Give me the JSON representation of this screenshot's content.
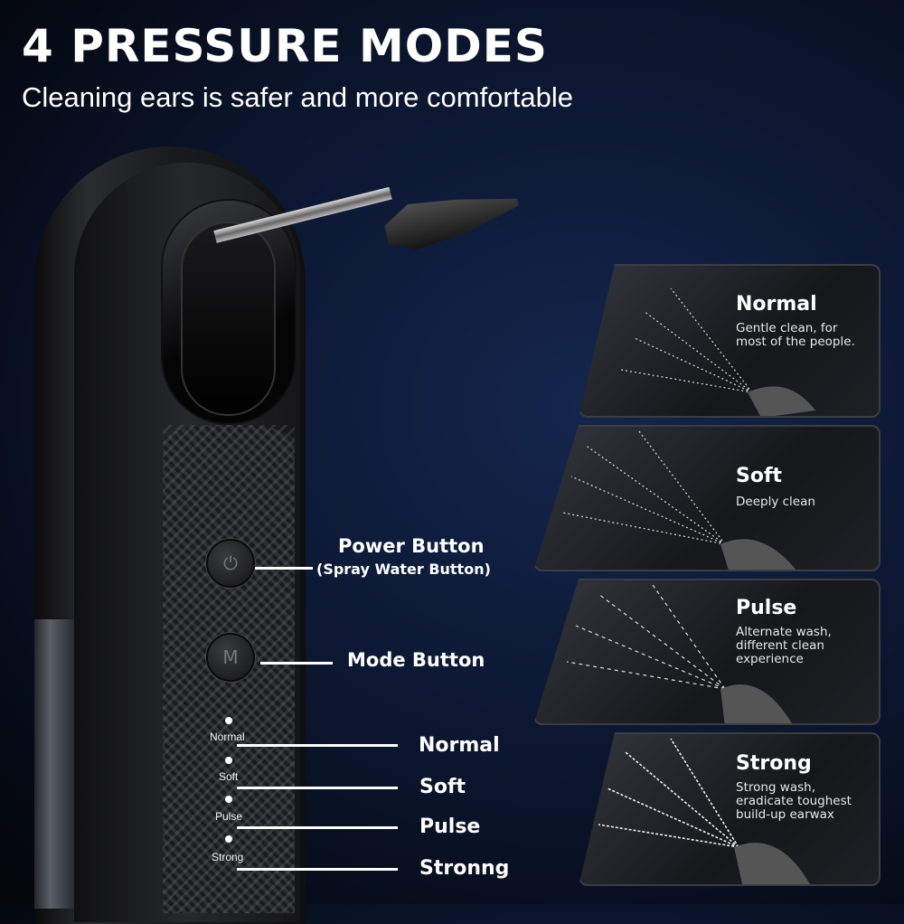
{
  "header": {
    "title": "4 PRESSURE MODES",
    "subtitle": "Cleaning ears is safer and more comfortable"
  },
  "device": {
    "power_icon": "power-icon",
    "mode_icon_glyph": "M",
    "led_labels": [
      "Normal",
      "Soft",
      "Pulse",
      "Strong"
    ]
  },
  "callouts": {
    "power_title": "Power Button",
    "power_sub": "(Spray Water Button)",
    "mode": "Mode Button",
    "levels": [
      "Normal",
      "Soft",
      "Pulse",
      "Stronng"
    ]
  },
  "panels": [
    {
      "title": "Normal",
      "desc": [
        "Gentle clean, for",
        "most of the people."
      ]
    },
    {
      "title": "Soft",
      "desc": [
        "Deeply clean"
      ]
    },
    {
      "title": "Pulse",
      "desc": [
        "Alternate wash,",
        "different  clean",
        "experience"
      ]
    },
    {
      "title": "Strong",
      "desc": [
        "Strong wash,",
        "eradicate toughest",
        "build-up earwax"
      ]
    }
  ]
}
